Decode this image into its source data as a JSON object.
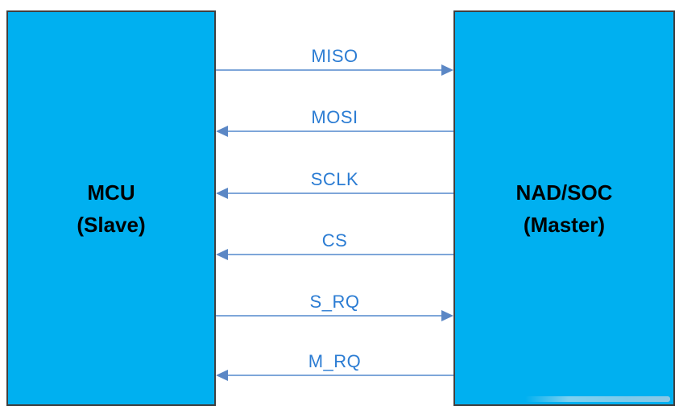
{
  "left_box": {
    "title": "MCU",
    "subtitle": "(Slave)"
  },
  "right_box": {
    "title": "NAD/SOC",
    "subtitle": "(Master)"
  },
  "signals": [
    {
      "label": "MISO",
      "direction": "right"
    },
    {
      "label": "MOSI",
      "direction": "left"
    },
    {
      "label": "SCLK",
      "direction": "left"
    },
    {
      "label": "CS",
      "direction": "left"
    },
    {
      "label": "S_RQ",
      "direction": "right"
    },
    {
      "label": "M_RQ",
      "direction": "left"
    }
  ],
  "colors": {
    "background": "#FFFFFF",
    "box_fill": "#00B0F0",
    "box_border": "#404040",
    "box_text": "#000000",
    "label_text": "#2B7CD3",
    "arrow_line": "#7EA6D9",
    "arrow_head": "#5B87C5"
  }
}
